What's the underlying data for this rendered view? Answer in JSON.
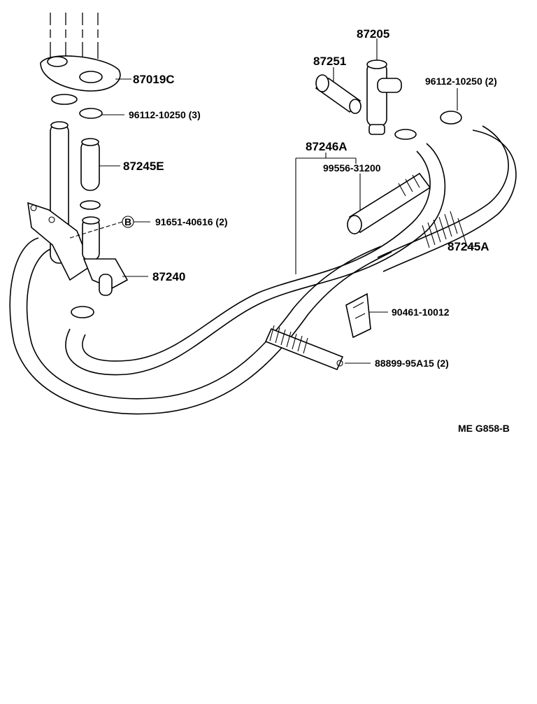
{
  "diagram": {
    "callouts": [
      {
        "id": "p87019c",
        "text": "87019C"
      },
      {
        "id": "p96112a",
        "text": "96112-10250 (3)"
      },
      {
        "id": "p87245e",
        "text": "87245E"
      },
      {
        "id": "p91651",
        "text": "91651-40616 (2)"
      },
      {
        "id": "p87240",
        "text": "87240"
      },
      {
        "id": "p87205",
        "text": "87205"
      },
      {
        "id": "p87251",
        "text": "87251"
      },
      {
        "id": "p96112b",
        "text": "96112-10250 (2)"
      },
      {
        "id": "p87246a",
        "text": "87246A"
      },
      {
        "id": "p99556",
        "text": "99556-31200"
      },
      {
        "id": "p87245a",
        "text": "87245A"
      },
      {
        "id": "p90461",
        "text": "90461-10012"
      },
      {
        "id": "p88899",
        "text": "88899-95A15 (2)"
      }
    ],
    "marker_letter": "B",
    "reference_code": "ME G858-B"
  }
}
